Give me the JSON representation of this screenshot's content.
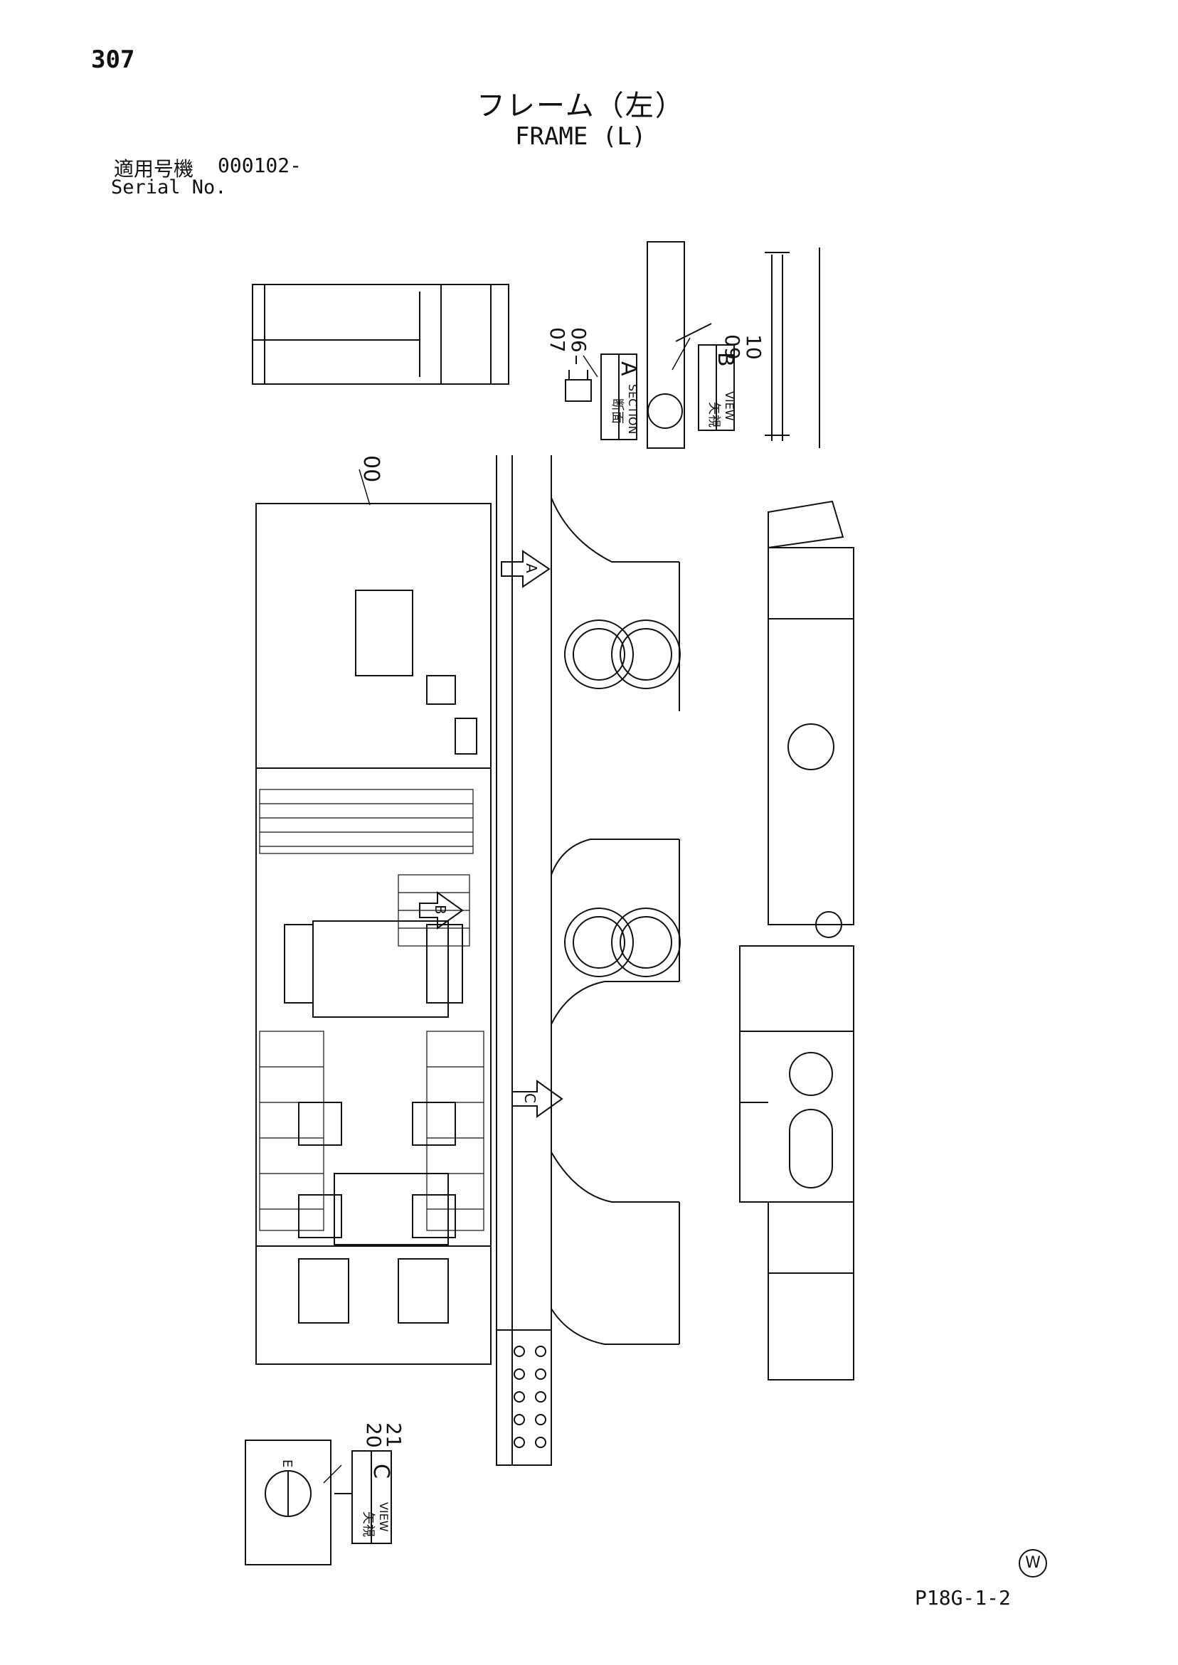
{
  "page_number": "307",
  "title_jp": "フレーム（左）",
  "title_en": "FRAME (L)",
  "serial_label_jp": "適用号機",
  "serial_value": "000102-",
  "serial_label_en": "Serial No.",
  "callouts": {
    "main_frame": "00",
    "section_a_parts": [
      "07",
      "06"
    ],
    "view_b_parts": [
      "09",
      "10"
    ],
    "view_c_parts": [
      "20",
      "21"
    ]
  },
  "labels": {
    "section_a_jp": "断面",
    "section_a_en": "SECTION",
    "section_a_letter": "A",
    "view_b_jp": "矢視",
    "view_b_en": "VIEW",
    "view_b_letter": "B",
    "view_c_jp": "矢視",
    "view_c_en": "VIEW",
    "view_c_letter": "C",
    "arrow_a": "A",
    "arrow_b": "B",
    "arrow_c": "C",
    "detail_e": "E"
  },
  "drawing_code": "P18G-1-2",
  "marks": {
    "w_symbol": "W"
  }
}
